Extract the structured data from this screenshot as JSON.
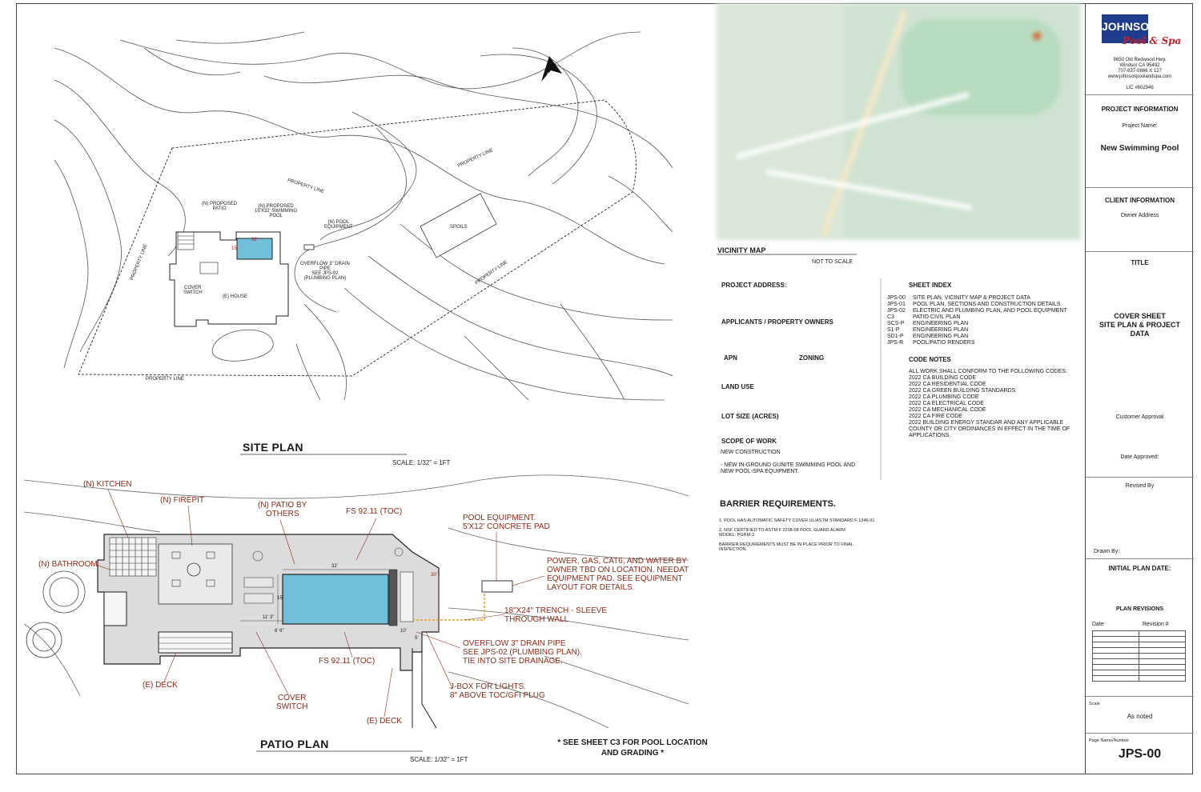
{
  "site_plan": {
    "title": "SITE PLAN",
    "scale": "SCALE: 1/32\" = 1FT",
    "north_label": "N",
    "labels": {
      "proposed_patio": "(N) PROPOSED\nPATIO",
      "proposed_pool": "(N) PROPOSED\n15'X32' SWIMMING\nPOOL",
      "pool_equipment": "(N) POOL\nEQUIPMENT",
      "overflow": "OVERFLOW 3\" DRAIN\nPIPE\nSEE JPS-02\n(PLUMBING PLAN)",
      "cover_switch": "COVER\nSWITCH",
      "house": "(E) HOUSE",
      "spoils": "SPOILS",
      "property_line": "PROPERTY LINE",
      "pool_length": "32'",
      "pool_width": "15'"
    }
  },
  "patio_plan": {
    "title": "PATIO PLAN",
    "scale": "SCALE: 1/32\" = 1FT",
    "note": "* SEE SHEET C3 FOR POOL LOCATION\nAND GRADING *",
    "labels": {
      "kitchen": "(N) KITCHEN",
      "firepit": "(N) FIREPIT",
      "patio_by_others": "(N) PATIO BY\nOTHERS",
      "fs_toc_top": "FS 92.11 (TOC)",
      "pool_equipment": "POOL EQUIPMENT.\n5'X12' CONCRETE PAD",
      "power": "POWER, GAS, CAT6, AND WATER BY\nOWNER TBD ON LOCATION. NEEDAT\nEQUIPMENT PAD. SEE EQUIPMENT\nLAYOUT FOR DETAILS.",
      "bathroom": "(N) BATHROOM",
      "trench": "18\"X24\" TRENCH - SLEEVE\nTHROUGH WALL",
      "overflow": "OVERFLOW 3\" DRAIN PIPE\nSEE JPS-02 (PLUMBING PLAN).\nTIE INTO SITE DRAINAGE.",
      "fs_toc_bottom": "FS 92.11 (TOC)",
      "deck_left": "(E) DECK",
      "jbox": "J-BOX FOR LIGHTS.\n8\" ABOVE TOC/GFI PLUG",
      "cover_switch": "COVER\nSWITCH",
      "deck_bottom": "(E) DECK",
      "dim_32": "32'",
      "dim_15": "15'",
      "dim_11_3": "11' 3\"",
      "dim_30": "30'",
      "dim_10": "10'",
      "dim_6": "6' 6\"",
      "dim_5": "5'"
    }
  },
  "vicinity": {
    "title": "VICINITY MAP",
    "scale_note": "NOT TO SCALE"
  },
  "project_data": {
    "project_address": "PROJECT ADDRESS:",
    "applicants": "APPLICANTS / PROPERTY OWNERS",
    "apn": "APN",
    "zoning": "ZONING",
    "land_use": "LAND USE",
    "lot_size": "LOT SIZE (ACRES)",
    "scope": "SCOPE OF WORK",
    "scope_items": "NEW CONSTRUCTION\n\n- NEW IN-GROUND GUNITE SWIMMING POOL AND\nNEW POOL-SPA EQUIPMENT."
  },
  "sheet_index": {
    "title": "SHEET INDEX",
    "codes": "JPS-00\nJPS-01\nJPS-02\nC3\nSCS-P\nS1-P\nSD1-P\nJPS-R",
    "descriptions": "SITE PLAN, VICINITY MAP & PROJECT DATA\nPOOL PLAN, SECTIONS AND CONSTRUCTION DETAILS\nELECTRIC AND PLUMBING PLAN, AND POOL EQUIPMENT\n PATIO CIVIL PLAN\nENGINEERING PLAN\nENGINEERING PLAN\nENGINEERING PLAN\nPOOL/PATIO RENDERS"
  },
  "code_notes": {
    "title": "CODE NOTES",
    "text": "ALL WORK SHALL CONFORM TO THE FOLLOWING CODES:\n2022 CA BUILDING CODE\n2022 CA RESIDENTIAL CODE\n2022 CA GREEN BUILDING STANDARDS\n2022 CA PLUMBING CODE\n2022 CA ELECTRICAL CODE\n2022 CA MECHANICAL CODE\n2022 CA FIRE CODE\n2022 BUILDING ENERGY STANDAR AND ANY APPLICABLE\nCOUNTY OR CITY ORDINANCES IN  EFFECT  IN THE TIME OF\nAPPLICATIONS."
  },
  "barrier": {
    "title": "BARRIER REQUIREMENTS.",
    "text": "1. POOL HAS AUTOMATIC SAFETY COVER UL/ASTM STANDARD F 1346-91\n\n2. NSF CERTIFIED TO ASTM F 2208-08 POOL GUARD ALARM\nMODEL: PGRM-2\n\nBARRIER REQUIREMENTS MUST BE IN PLACE PRIOR TO FINAL\nINSPECTION."
  },
  "title_block": {
    "logo_main": "JOHNSON",
    "logo_script": "Pool & Spa",
    "address": "9650 Old Redwood Hwy.\nWindsor CA 95492\n707-837-0866 X 127\nwww.johnsonpoolandspa.com",
    "license": "LIC #602946",
    "project_info": "PROJECT INFORMATION",
    "project_name_label": "Project Name:",
    "project_name": "New Swimming Pool",
    "client_info": "CLIENT INFORMATION",
    "owner_address": "Owner Address",
    "title_label": "TITLE",
    "sheet_title": "COVER SHEET\nSITE PLAN & PROJECT\nDATA",
    "customer_approval": "Customer Approval",
    "date_approved": "Date Approved:",
    "revised_by": "Revised By",
    "drawn_by": "Drawn By:",
    "initial_plan_date": "INITIAL PLAN DATE:",
    "plan_revisions": "PLAN REVISIONS",
    "rev_date": "Date",
    "rev_num": "Revision #",
    "scale_label": "Scale",
    "scale_value": "As noted",
    "page_label": "Page Name/Number",
    "page_number": "JPS-00"
  },
  "colors": {
    "annotation": "#8b2b1a",
    "pool": "#6fc0d8",
    "logo_blue": "#1f3d8c",
    "logo_red": "#c9202a",
    "trench": "#e8a020"
  }
}
